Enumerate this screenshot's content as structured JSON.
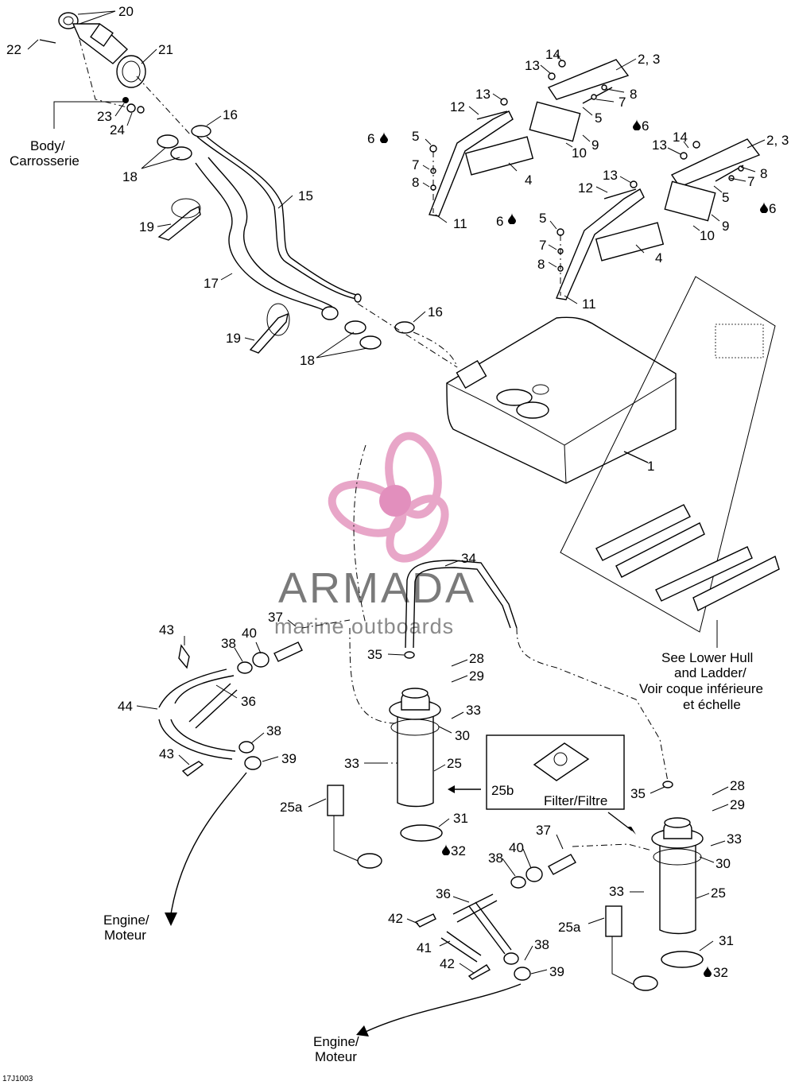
{
  "diagram_code": "17J1003",
  "watermark": {
    "brand": "ARMADA",
    "tagline": "marine outboards",
    "logo_color": "#e8a6c8"
  },
  "labels": {
    "body": "Body/",
    "carrosserie": "Carrosserie",
    "see_lower_hull": "See Lower Hull",
    "and_ladder": "and Ladder/",
    "voir_coque": "Voir coque inférieure",
    "et_echelle": "et échelle",
    "filter": "Filter/Filtre",
    "engine_1": "Engine/",
    "moteur_1": "Moteur",
    "engine_2": "Engine/",
    "moteur_2": "Moteur"
  },
  "callouts": {
    "c20": "20",
    "c21": "21",
    "c22": "22",
    "c23": "23",
    "c24": "24",
    "c16a": "16",
    "c16b": "16",
    "c18a": "18",
    "c18b": "18",
    "c19a": "19",
    "c19b": "19",
    "c17": "17",
    "c15": "15",
    "c1": "1",
    "c14a": "14",
    "c13a": "13",
    "c23b": "2, 3",
    "c8a": "8",
    "c7a": "7",
    "c5a": "5",
    "c6a": "6",
    "c13b": "13",
    "c12a": "12",
    "c9a": "9",
    "c10a": "10",
    "c6b": "6",
    "c5b": "5",
    "c7b": "7",
    "c8b": "8",
    "c4a": "4",
    "c11a": "11",
    "c14b": "14",
    "c13c": "13",
    "c23c": "2, 3",
    "c8c": "8",
    "c7c": "7",
    "c5c": "5",
    "c6c": "6",
    "c13d": "13",
    "c12b": "12",
    "c9b": "9",
    "c10b": "10",
    "c6d": "6",
    "c5d": "5",
    "c7d": "7",
    "c8d": "8",
    "c4b": "4",
    "c11b": "11",
    "c34": "34",
    "c37a": "37",
    "c43a": "43",
    "c38a": "38",
    "c40a": "40",
    "c35a": "35",
    "c28a": "28",
    "c29a": "29",
    "c44": "44",
    "c36a": "36",
    "c33a": "33",
    "c30a": "30",
    "c38b": "38",
    "c39a": "39",
    "c43b": "43",
    "c33b": "33",
    "c25a": "25",
    "c25aa": "25a",
    "c25b": "25b",
    "c31a": "31",
    "c32a": "32",
    "c35b": "35",
    "c28b": "28",
    "c29b": "29",
    "c37b": "37",
    "c40b": "40",
    "c38c": "38",
    "c33c": "33",
    "c30b": "30",
    "c36b": "36",
    "c33d": "33",
    "c25c": "25",
    "c42a": "42",
    "c25ab": "25a",
    "c41": "41",
    "c38d": "38",
    "c31b": "31",
    "c42b": "42",
    "c39b": "39",
    "c32b": "32"
  }
}
